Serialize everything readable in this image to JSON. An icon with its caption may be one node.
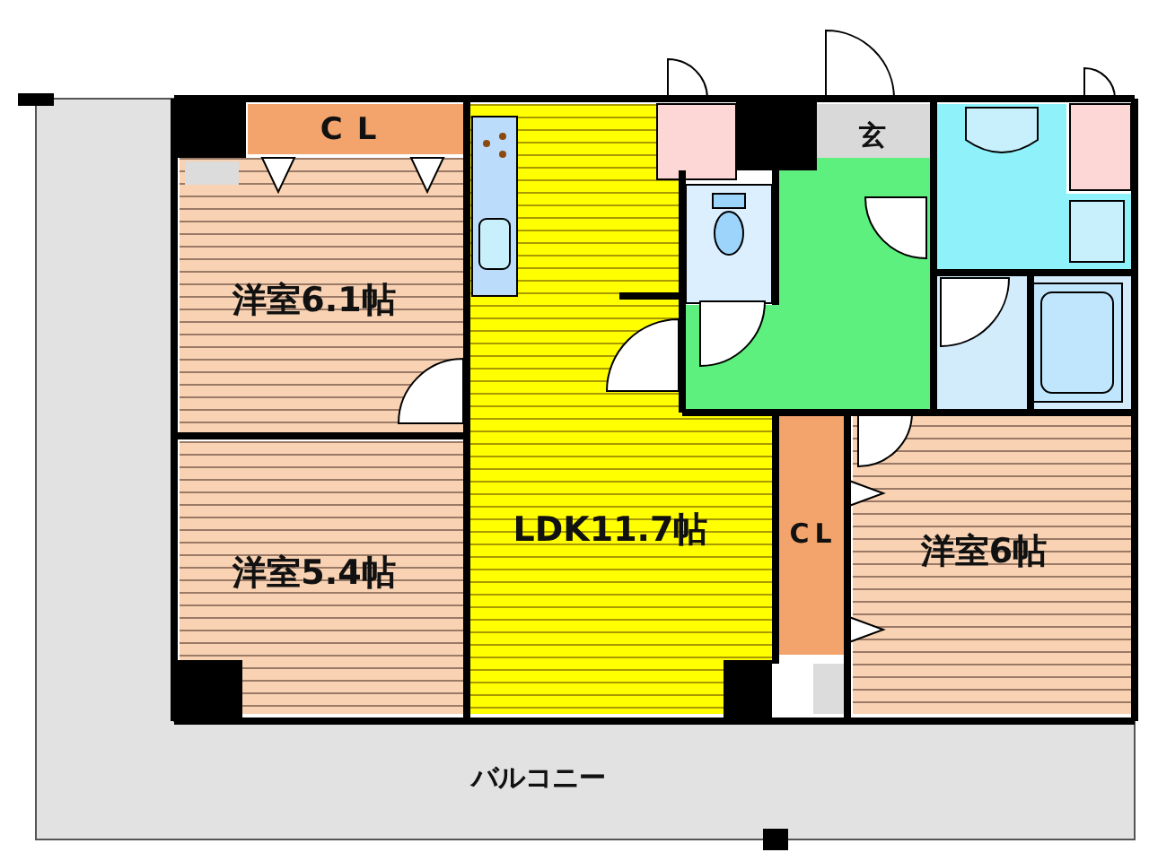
{
  "diagram": {
    "nodes": [
      {
        "text": [
          "CL"
        ]
      },
      {
        "text": [
          "玄"
        ]
      },
      {
        "text": [
          "洋室6.1帖"
        ]
      },
      {
        "text": [
          "洋室5.4帖"
        ]
      },
      {
        "text": [
          "LDK11.7帖"
        ]
      },
      {
        "text": [
          "CL"
        ]
      },
      {
        "text": [
          "洋室6帖"
        ]
      },
      {
        "text": [
          "バルコニー"
        ]
      }
    ]
  }
}
